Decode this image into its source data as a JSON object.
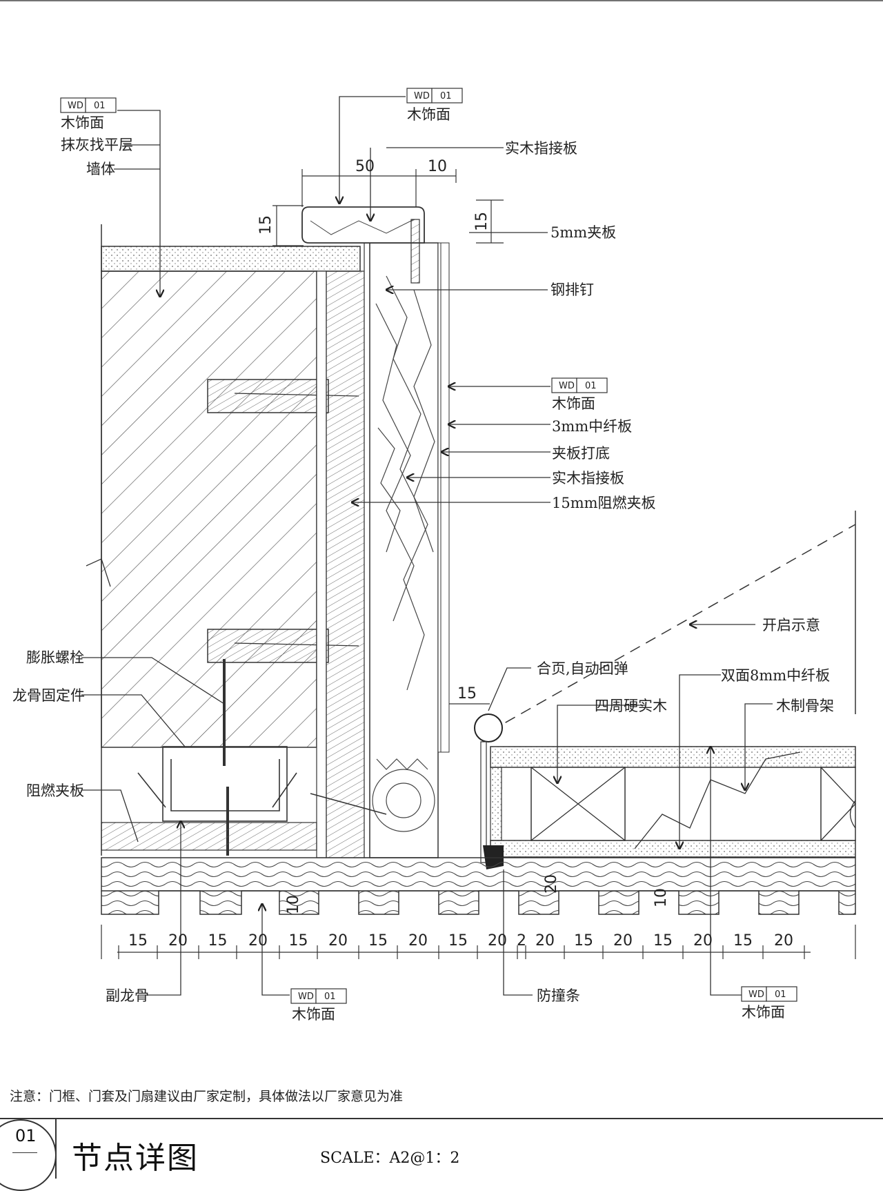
{
  "tags": [
    {
      "code": "WD",
      "num": "01"
    },
    {
      "code": "WD",
      "num": "01"
    },
    {
      "code": "WD",
      "num": "01"
    },
    {
      "code": "WD",
      "num": "01"
    },
    {
      "code": "WD",
      "num": "01"
    }
  ],
  "labels": {
    "wood_finish": "木饰面",
    "plaster_level": "抹灰找平层",
    "wall": "墙体",
    "finger_board_top": "实木指接板",
    "plywood_5mm": "5mm夹板",
    "steel_nail": "钢排钉",
    "mdf_3mm": "3mm中纤板",
    "plywood_base": "夹板打底",
    "finger_board": "实木指接板",
    "fr_plywood_15mm": "15mm阻燃夹板",
    "opening": "开启示意",
    "hinge": "合页,自动回弹",
    "mdf_8mm_double": "双面8mm中纤板",
    "hardwood_edge": "四周硬实木",
    "wood_frame": "木制骨架",
    "expansion_bolt": "膨胀螺栓",
    "keel_fixing": "龙骨固定件",
    "fr_plywood": "阻燃夹板",
    "sub_keel": "副龙骨",
    "bumper_strip": "防撞条"
  },
  "dims": {
    "d50": "50",
    "d10": "10",
    "d15a": "15",
    "d15b": "15",
    "d15c": "15",
    "d10b": "10",
    "d20v": "20",
    "d10c": "10",
    "bottom": [
      "15",
      "20",
      "15",
      "20",
      "15",
      "20",
      "15",
      "20",
      "15",
      "20",
      "2",
      "20",
      "15",
      "20",
      "15",
      "20",
      "15",
      "20"
    ]
  },
  "note": "注意：门框、门套及门扇建议由厂家定制，具体做法以厂家意见为准",
  "title_block": {
    "number": "01",
    "title": "节点详图",
    "scale": "SCALE：A2@1：2"
  }
}
